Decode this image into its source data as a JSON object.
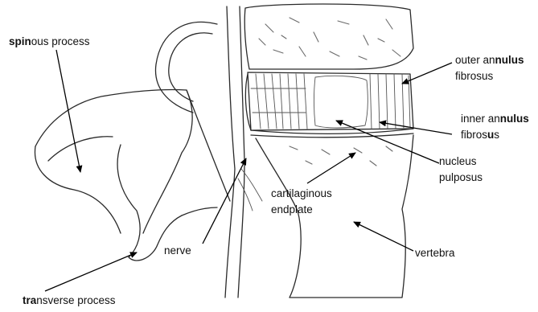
{
  "labels": {
    "spinous_process": {
      "bold": "spin",
      "rest": "ous process"
    },
    "transverse_process": {
      "bold": "tra",
      "rest": "nsverse process"
    },
    "nerve": "nerve",
    "cartilaginous_endplate": {
      "line1": "cartilaginous",
      "line2": "endplate"
    },
    "vertebra": "vertebra",
    "nucleus_pulposus": {
      "line1": "nucleus",
      "line2": "pulposus"
    },
    "outer_annulus_fibrosus": {
      "line1_plain": "outer an",
      "line1_bold": "nulus",
      "line2": "fibrosus"
    },
    "inner_annulus_fibrosus": {
      "line1_plain": "inner an",
      "line1_bold": "nulus",
      "line2_plain": "fibros",
      "line2_bold": "u",
      "line2_end": "s"
    }
  },
  "colors": {
    "ink": "#111111",
    "pencil": "#2a2a2a",
    "background": "#ffffff"
  }
}
